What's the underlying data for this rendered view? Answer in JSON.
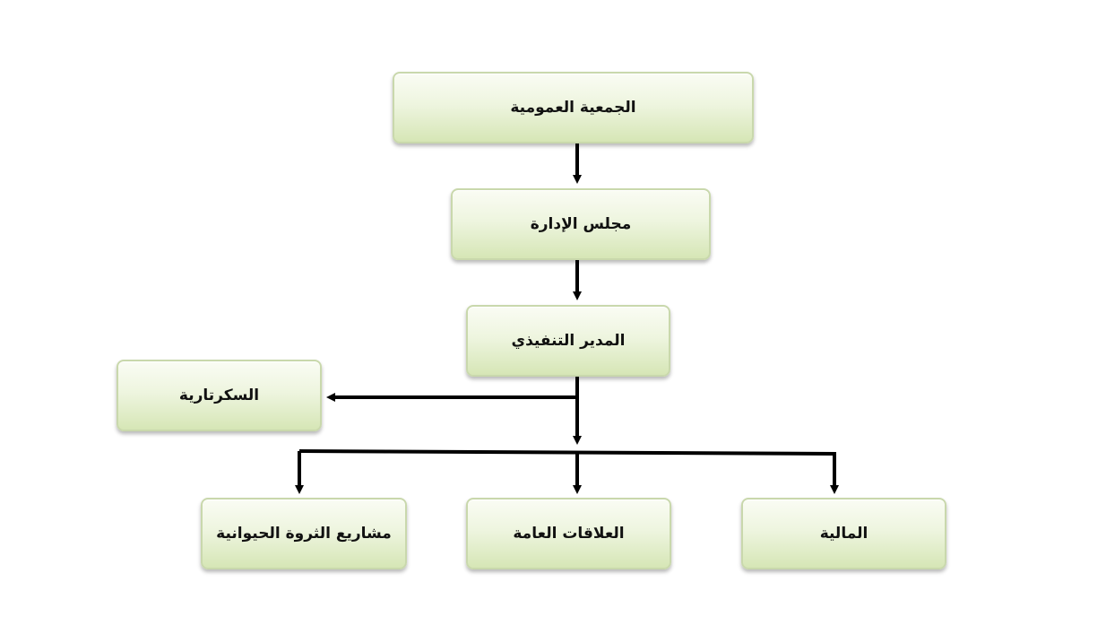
{
  "nodes": {
    "general_assembly": "الجمعية العمومية",
    "board": "مجلس الإدارة",
    "executive": "المدير التنفيذي",
    "secretariat": "السكرتارية",
    "livestock": "مشاريع الثروة الحيوانية",
    "public_relations": "العلاقات العامة",
    "finance": "المالية"
  },
  "colors": {
    "box_fill_top": "#fafcf4",
    "box_fill_bottom": "#d6e6b6",
    "box_border": "#c9d8ac",
    "connector": "#000000"
  }
}
